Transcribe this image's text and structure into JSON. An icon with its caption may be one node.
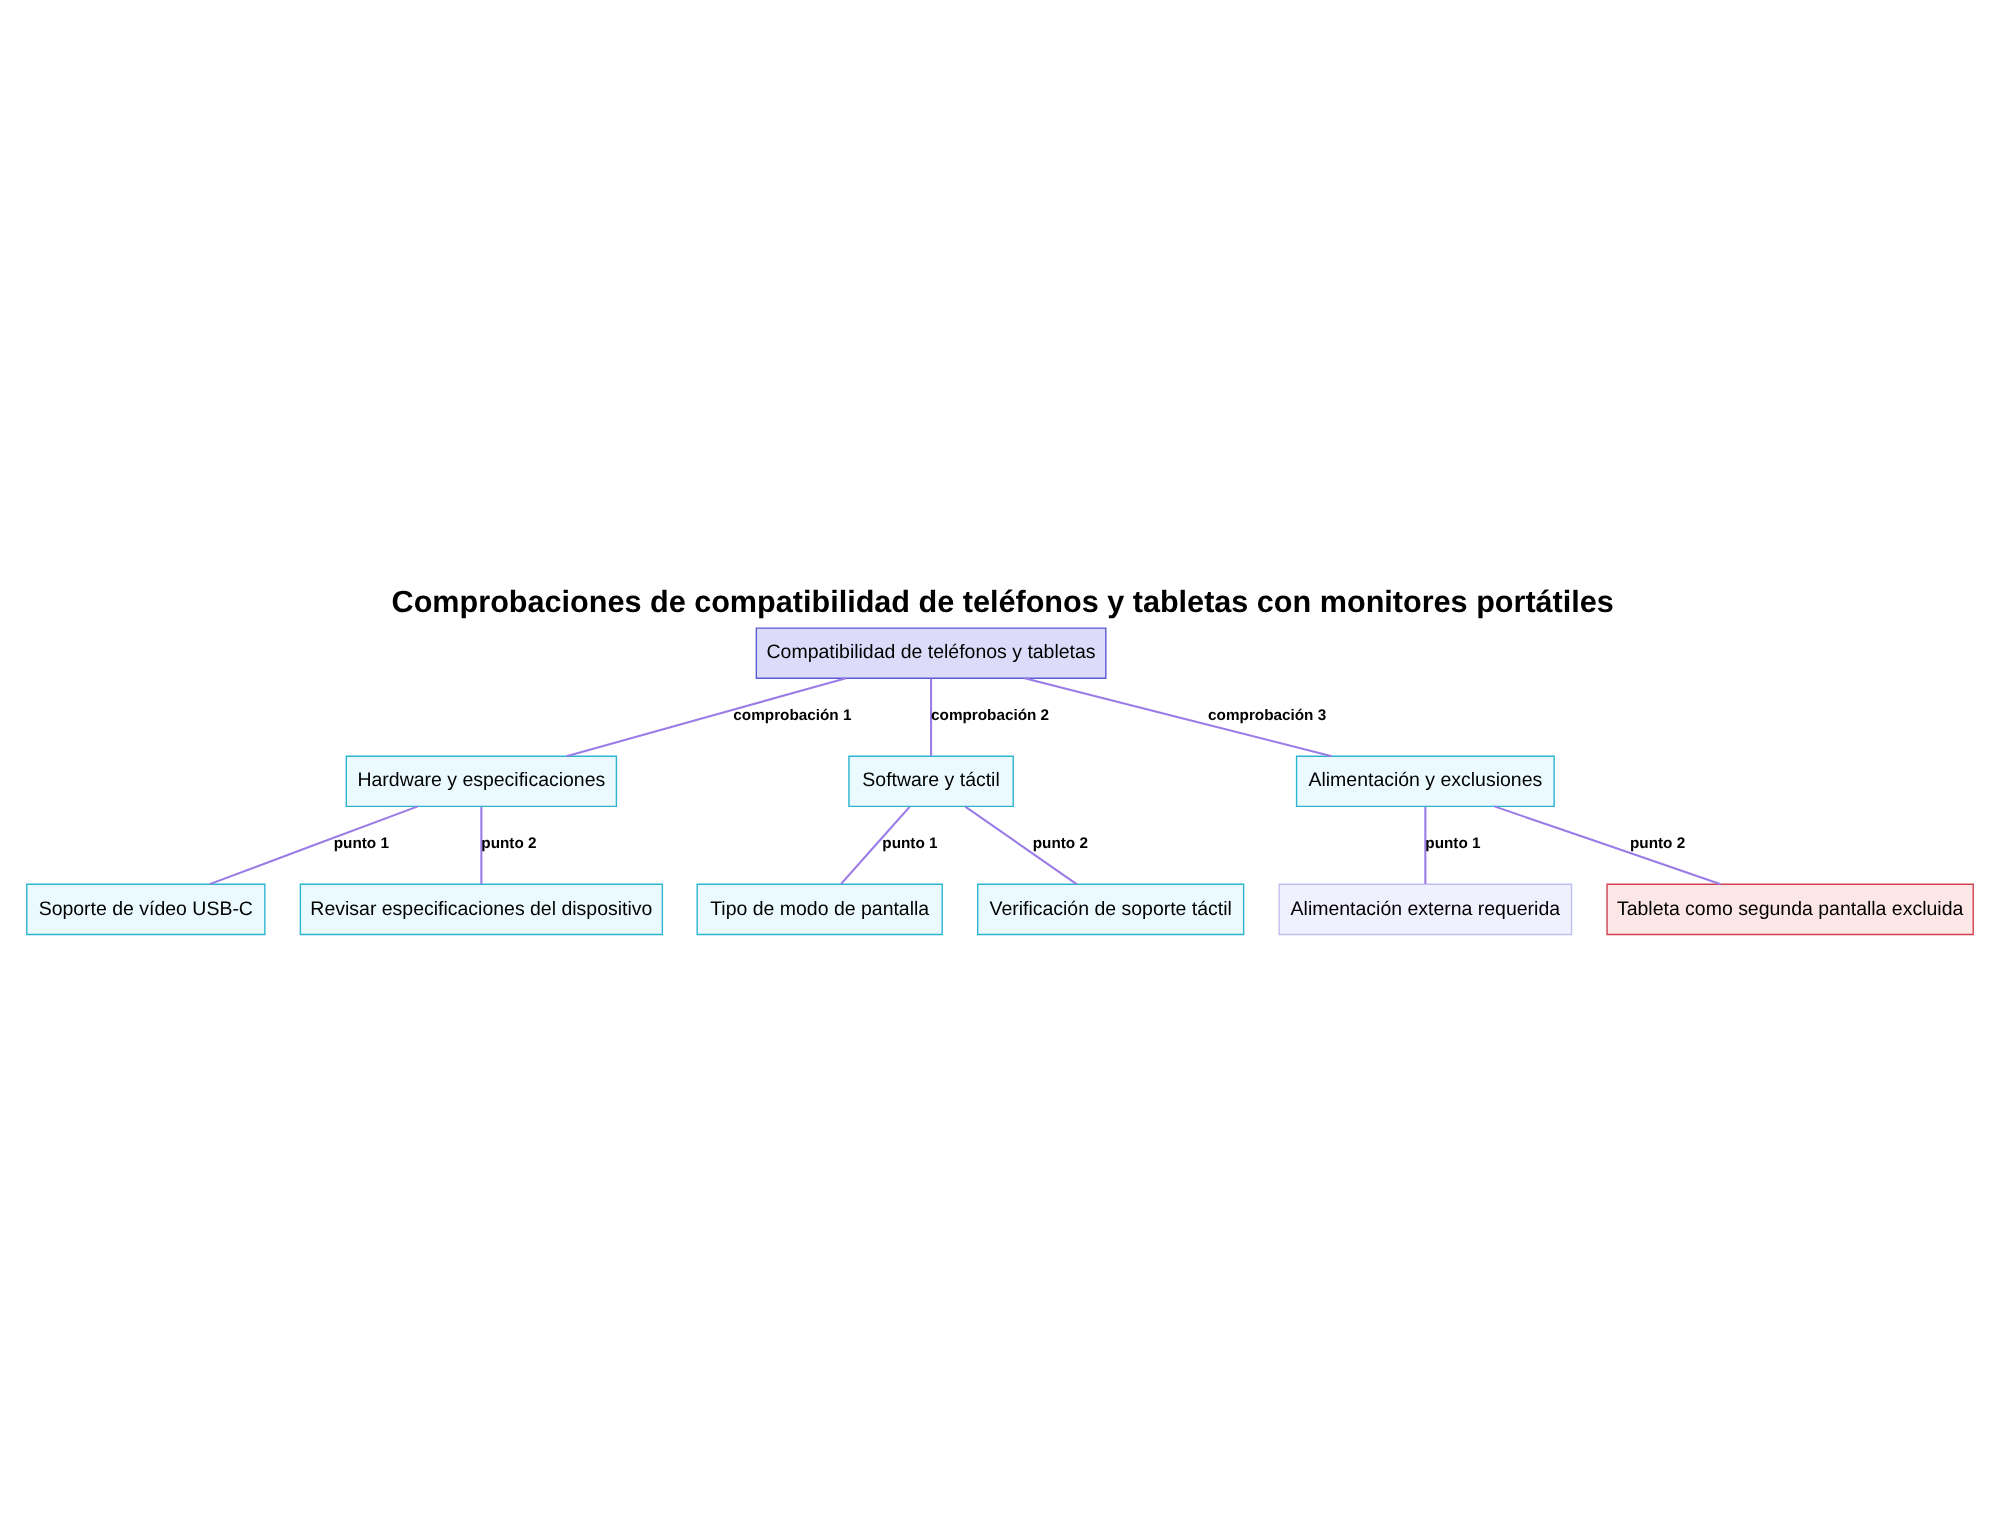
{
  "diagram": {
    "title": "Comprobaciones de compatibilidad de teléfonos y tabletas con monitores portátiles",
    "nodes": [
      {
        "text": [
          "Compatibilidad de teléfonos y tabletas"
        ]
      },
      {
        "text": [
          "Hardware y especificaciones"
        ]
      },
      {
        "text": [
          "Software y táctil"
        ]
      },
      {
        "text": [
          "Alimentación y exclusiones"
        ]
      },
      {
        "text": [
          "Soporte de vídeo USB-C"
        ]
      },
      {
        "text": [
          "Revisar especificaciones del dispositivo"
        ]
      },
      {
        "text": [
          "Tipo de modo de pantalla"
        ]
      },
      {
        "text": [
          "Verificación de soporte táctil"
        ]
      },
      {
        "text": [
          "Alimentación externa requerida"
        ]
      },
      {
        "text": [
          "Tableta como segunda pantalla excluida"
        ]
      }
    ],
    "edges": [
      {
        "from": 0,
        "to": 1,
        "arrow": "none",
        "label": "comprobación 1"
      },
      {
        "from": 0,
        "to": 2,
        "arrow": "none",
        "label": "comprobación 2"
      },
      {
        "from": 0,
        "to": 3,
        "arrow": "none",
        "label": "comprobación 3"
      },
      {
        "from": 1,
        "to": 4,
        "arrow": "none",
        "label": "punto 1"
      },
      {
        "from": 1,
        "to": 5,
        "arrow": "none",
        "label": "punto 2"
      },
      {
        "from": 2,
        "to": 6,
        "arrow": "none",
        "label": "punto 1"
      },
      {
        "from": 2,
        "to": 7,
        "arrow": "none",
        "label": "punto 2"
      },
      {
        "from": 3,
        "to": 8,
        "arrow": "none",
        "label": "punto 1"
      },
      {
        "from": 3,
        "to": 9,
        "arrow": "none",
        "label": "punto 2"
      }
    ]
  }
}
